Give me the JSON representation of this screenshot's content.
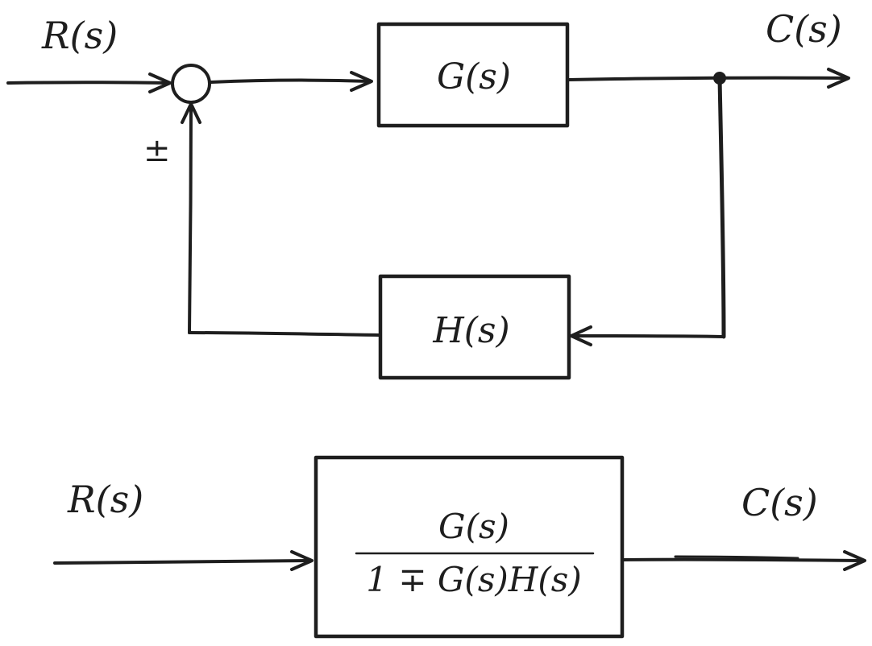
{
  "colors": {
    "ink": "#1e1e1e",
    "background": "#ffffff"
  },
  "feedback_loop": {
    "input_label": "R(s)",
    "output_label": "C(s)",
    "forward_block_label": "G(s)",
    "feedback_block_label": "H(s)",
    "summing_sign": "±"
  },
  "equivalent": {
    "input_label": "R(s)",
    "output_label": "C(s)",
    "numerator": "G(s)",
    "denominator": "1 ∓ G(s)H(s)"
  }
}
